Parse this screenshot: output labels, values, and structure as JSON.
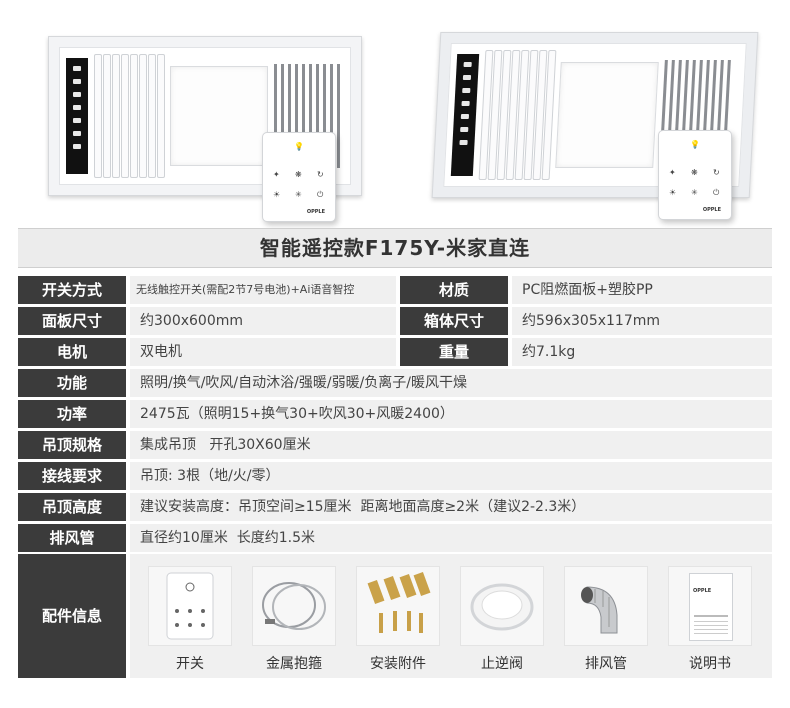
{
  "product_images": [
    {
      "name": "heater-front-view",
      "remote_icons": [
        "💡",
        "✦",
        "❋",
        "↻",
        "☀",
        "✳",
        "⏻"
      ],
      "remote_brand": "OPPLE"
    },
    {
      "name": "heater-angled-view",
      "remote_icons": [
        "💡",
        "✦",
        "❋",
        "↻",
        "☀",
        "✳",
        "⏻"
      ],
      "remote_brand": "OPPLE"
    }
  ],
  "title": "智能遥控款F175Y-米家直连",
  "specs": {
    "r1": {
      "label_a": "开关方式",
      "value_a": "无线触控开关(需配2节7号电池)+Ai语音智控",
      "label_b": "材质",
      "value_b": "PC阻燃面板+塑胶PP"
    },
    "r2": {
      "label_a": "面板尺寸",
      "value_a": "约300x600mm",
      "label_b": "箱体尺寸",
      "value_b": "约596x305x117mm"
    },
    "r3": {
      "label_a": "电机",
      "value_a": "双电机",
      "label_b": "重量",
      "value_b": "约7.1kg"
    },
    "r4": {
      "label": "功能",
      "value": "照明/换气/吹风/自动沐浴/强暖/弱暖/负离子/暖风干燥"
    },
    "r5": {
      "label": "功率",
      "value": "2475瓦（照明15+换气30+吹风30+风暖2400）"
    },
    "r6": {
      "label": "吊顶规格",
      "value": "集成吊顶   开孔30X60厘米"
    },
    "r7": {
      "label": "接线要求",
      "value": "吊顶: 3根（地/火/零）"
    },
    "r8": {
      "label": "吊顶高度",
      "value": "建议安装高度：吊顶空间≥15厘米  距离地面高度≥2米（建议2-2.3米）"
    },
    "r9": {
      "label": "排风管",
      "value": "直径约10厘米  长度约1.5米"
    }
  },
  "accessories": {
    "label": "配件信息",
    "items": [
      {
        "label": "开关"
      },
      {
        "label": "金属抱箍"
      },
      {
        "label": "安装附件"
      },
      {
        "label": "止逆阀"
      },
      {
        "label": "排风管"
      },
      {
        "label": "说明书"
      }
    ],
    "manual_brand": "OPPLE"
  }
}
